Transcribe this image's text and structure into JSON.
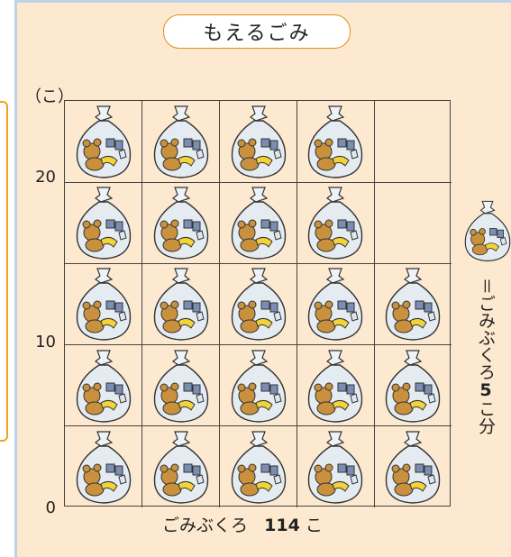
{
  "title": "もえるごみ",
  "axis": {
    "unit_label": "（こ）",
    "ticks": [
      {
        "label": "20",
        "value": 20
      },
      {
        "label": "10",
        "value": 10
      },
      {
        "label": "0",
        "value": 0
      }
    ]
  },
  "legend": {
    "text_prefix": "＝ごみぶくろ",
    "text_number": "5",
    "text_suffix": "こ分",
    "icon": "garbage-bag-icon"
  },
  "footer": {
    "label_prefix": "ごみぶくろ",
    "label_number": "114",
    "label_suffix": "こ"
  },
  "chart_data": {
    "type": "table",
    "description_units": "each bag icon = 5 garbage bags",
    "columns": 5,
    "rows": 5,
    "bag_counts_per_column": [
      5,
      5,
      5,
      5,
      3
    ],
    "total_bags": 114,
    "ylim": [
      0,
      25
    ]
  },
  "colors": {
    "panel_bg": "#fde9cf",
    "accent_orange": "#e58b1a",
    "panel_border": "#bcd3ea"
  }
}
